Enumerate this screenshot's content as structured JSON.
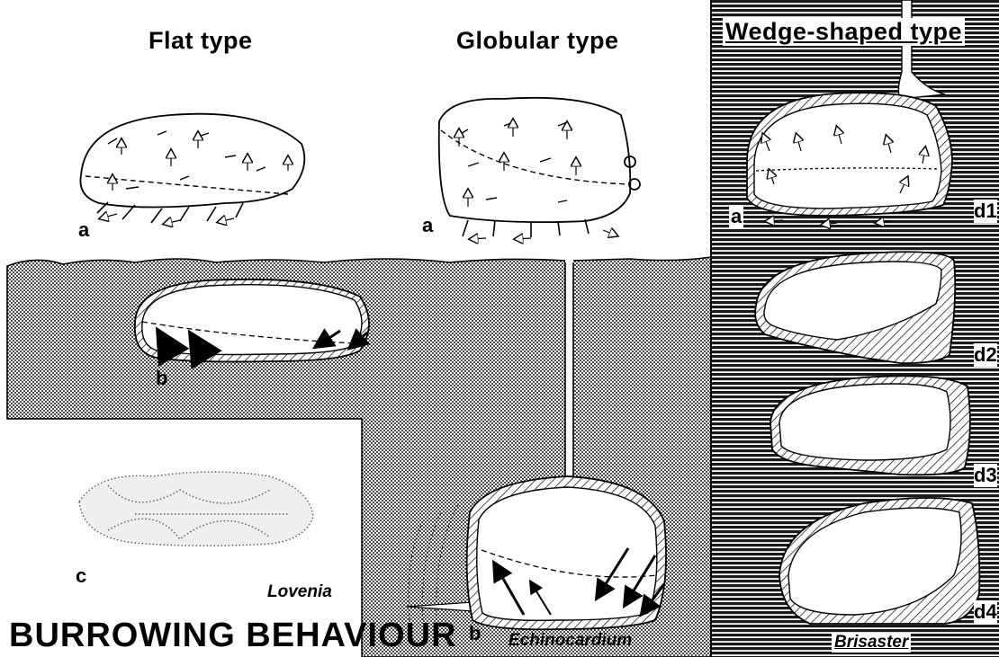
{
  "columns": {
    "flat": {
      "title": "Flat type",
      "label_a": "a",
      "label_b": "b",
      "label_c": "c",
      "genus": "Lovenia"
    },
    "globular": {
      "title": "Globular type",
      "label_a": "a",
      "label_b": "b",
      "genus": "Echinocardium"
    },
    "wedge": {
      "title": "Wedge-shaped type",
      "label_a": "a",
      "stage_labels": [
        "d1",
        "d2",
        "d3",
        "d4"
      ],
      "genus": "Brisaster"
    }
  },
  "heading": "BURROWING BEHAVIOUR",
  "colors": {
    "ink": "#000000",
    "paper": "#ffffff",
    "sediment_dots": "#444444"
  }
}
